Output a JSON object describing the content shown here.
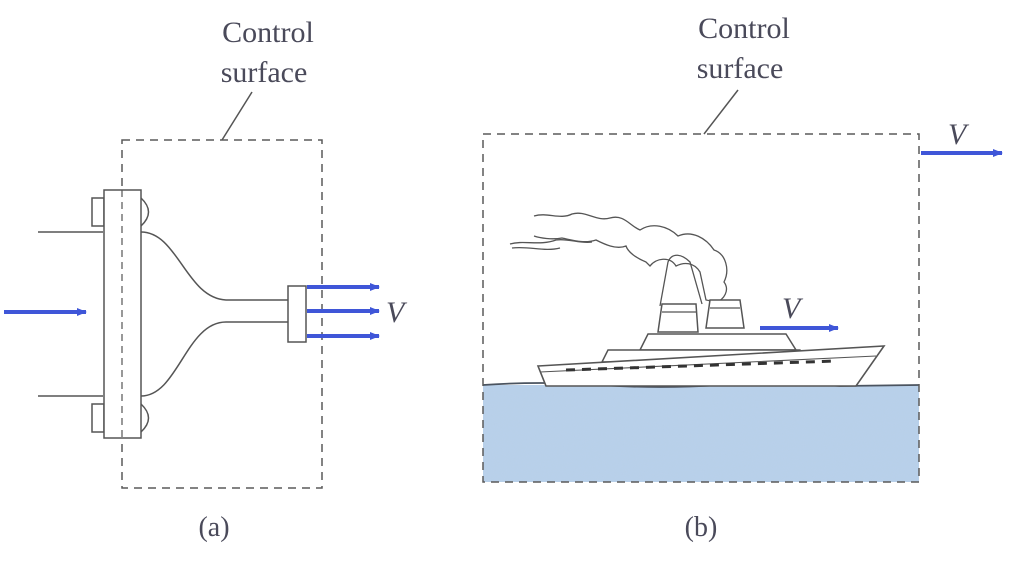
{
  "panel_a": {
    "control_surface_label_line1": "Control",
    "control_surface_label_line2": "surface",
    "velocity_label": "V",
    "caption": "(a)"
  },
  "panel_b": {
    "control_surface_label_line1": "Control",
    "control_surface_label_line2": "surface",
    "velocity_label_outside": "V",
    "velocity_label_ship": "V",
    "caption": "(b)"
  },
  "colors": {
    "arrow": "#3f56d8",
    "outline": "#555555",
    "dashed_boundary": "#5a5a5a",
    "water": "#b7cfe9",
    "text": "#4a4a5a"
  },
  "icons": {
    "nozzle": "nozzle-icon",
    "ship": "ship-icon"
  }
}
